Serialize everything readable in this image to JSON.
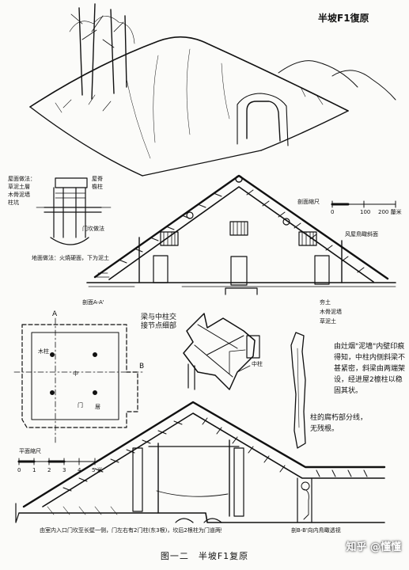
{
  "figure": {
    "top_title": "半坡F1復原",
    "caption": "图一二　半坡F1复原",
    "watermark": "知乎 @懂懂"
  },
  "labels": {
    "section_aa": "剖面A-A'",
    "section_scale": "剖面縮尺",
    "section_scale_ticks": [
      "0",
      "100",
      "200 釐米"
    ],
    "section_bb": "剖B-B'向内鳥瞰透视",
    "plan_scale": "平面縮尺",
    "plan_scale_ticks": [
      "0",
      "1",
      "2",
      "3",
      "4",
      "5 米"
    ],
    "plan_mark_b": "B",
    "plan_mark_a": "A",
    "joint_note": "梁与中柱交接节点细部",
    "joint_word": "中柱",
    "interior_note": "由灶烟\"泥墙\"内壁印痕得知，中柱内侧斜梁不甚紧密，斜梁由两端架设，经进屋2檩柱以稳固其状。",
    "bottom_note": "由室内入口门坎至长壁一侧，门左右有2门柱(东3根)，坎后2根柱为门道两壁",
    "column_note": "柱的腐朽部分线，无残根。",
    "left_top_notes": [
      "屋面做法：",
      "草泥土層",
      "木骨泥墙",
      "柱坑"
    ],
    "left_top_right_notes": [
      "屋脊",
      "檐柱"
    ],
    "left_detail_caption": "门坎做法",
    "left_bottom_caption": "地面做法：火焼硬面，下为泥土",
    "right_mid_notes": [
      "风屋鳥瞰斜面",
      "夯土",
      "木骨泥墙",
      "草泥土"
    ],
    "small_labels": [
      "门",
      "木柱",
      "中",
      "居"
    ]
  },
  "colors": {
    "ink": "#111111",
    "paper": "#fbfbf9"
  }
}
